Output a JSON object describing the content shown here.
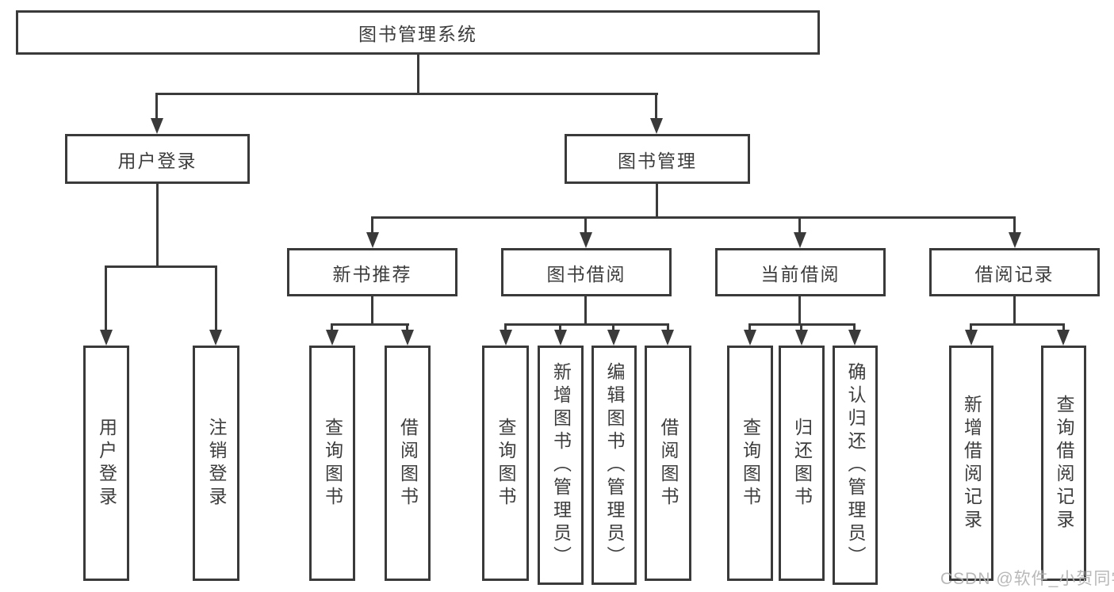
{
  "tree": {
    "label": "图书管理系统",
    "children": [
      {
        "label": "用户登录",
        "children": [
          {
            "label": "用户登录"
          },
          {
            "label": "注销登录"
          }
        ]
      },
      {
        "label": "图书管理",
        "children": [
          {
            "label": "新书推荐",
            "children": [
              {
                "label": "查询图书"
              },
              {
                "label": "借阅图书"
              }
            ]
          },
          {
            "label": "图书借阅",
            "children": [
              {
                "label": "查询图书"
              },
              {
                "label": "新增图书（管理员）"
              },
              {
                "label": "编辑图书（管理员）"
              },
              {
                "label": "借阅图书"
              }
            ]
          },
          {
            "label": "当前借阅",
            "children": [
              {
                "label": "查询图书"
              },
              {
                "label": "归还图书"
              },
              {
                "label": "确认归还（管理员）"
              }
            ]
          },
          {
            "label": "借阅记录",
            "children": [
              {
                "label": "新增借阅记录"
              },
              {
                "label": "查询借阅记录"
              }
            ]
          }
        ]
      }
    ]
  },
  "watermark": {
    "text": "CSDN @软件_小贺同学"
  },
  "colors": {
    "line": "#3a3a3a",
    "text": "#3d3d3d",
    "background": "#ffffff",
    "watermark": "#b3b3b3"
  }
}
